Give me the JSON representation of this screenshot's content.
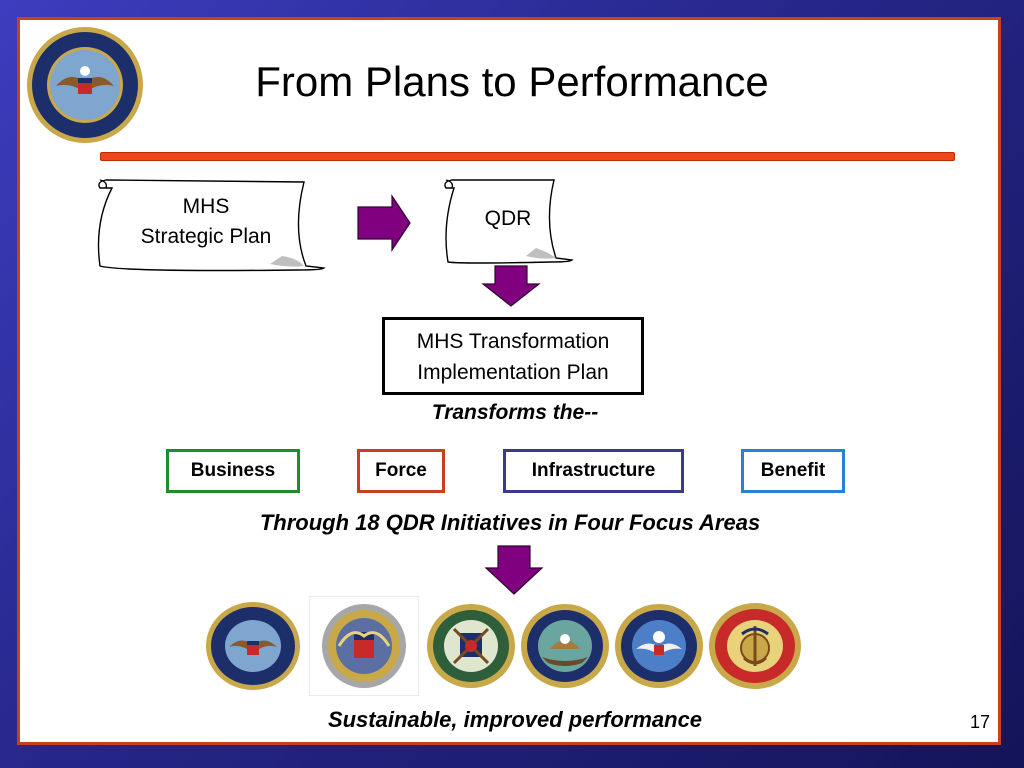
{
  "slide": {
    "title": "From Plans to Performance",
    "page_number": "17"
  },
  "scrolls": {
    "mhs_strategic_plan": [
      "MHS",
      "Strategic Plan"
    ],
    "qdr": "QDR"
  },
  "transformation_box": {
    "line1": "MHS Transformation",
    "line2": "Implementation Plan"
  },
  "captions": {
    "transforms": "Transforms the--",
    "initiatives": "Through 18 QDR Initiatives in Four Focus Areas",
    "outcome": "Sustainable, improved performance"
  },
  "focus_areas": [
    {
      "label": "Business",
      "border_color": "#1f8c2e"
    },
    {
      "label": "Force",
      "border_color": "#c8401f"
    },
    {
      "label": "Infrastructure",
      "border_color": "#3a3a8c"
    },
    {
      "label": "Benefit",
      "border_color": "#2b7fd6"
    }
  ],
  "colors": {
    "arrow_fill": "#800080",
    "title_bar": "#f0441a",
    "slide_border": "#c8401f"
  },
  "seals": [
    {
      "icon": "department-of-defense-seal-icon"
    },
    {
      "icon": "joint-chiefs-seal-icon"
    },
    {
      "icon": "army-seal-icon"
    },
    {
      "icon": "navy-seal-icon"
    },
    {
      "icon": "air-force-seal-icon"
    },
    {
      "icon": "marine-corps-seal-icon"
    }
  ]
}
